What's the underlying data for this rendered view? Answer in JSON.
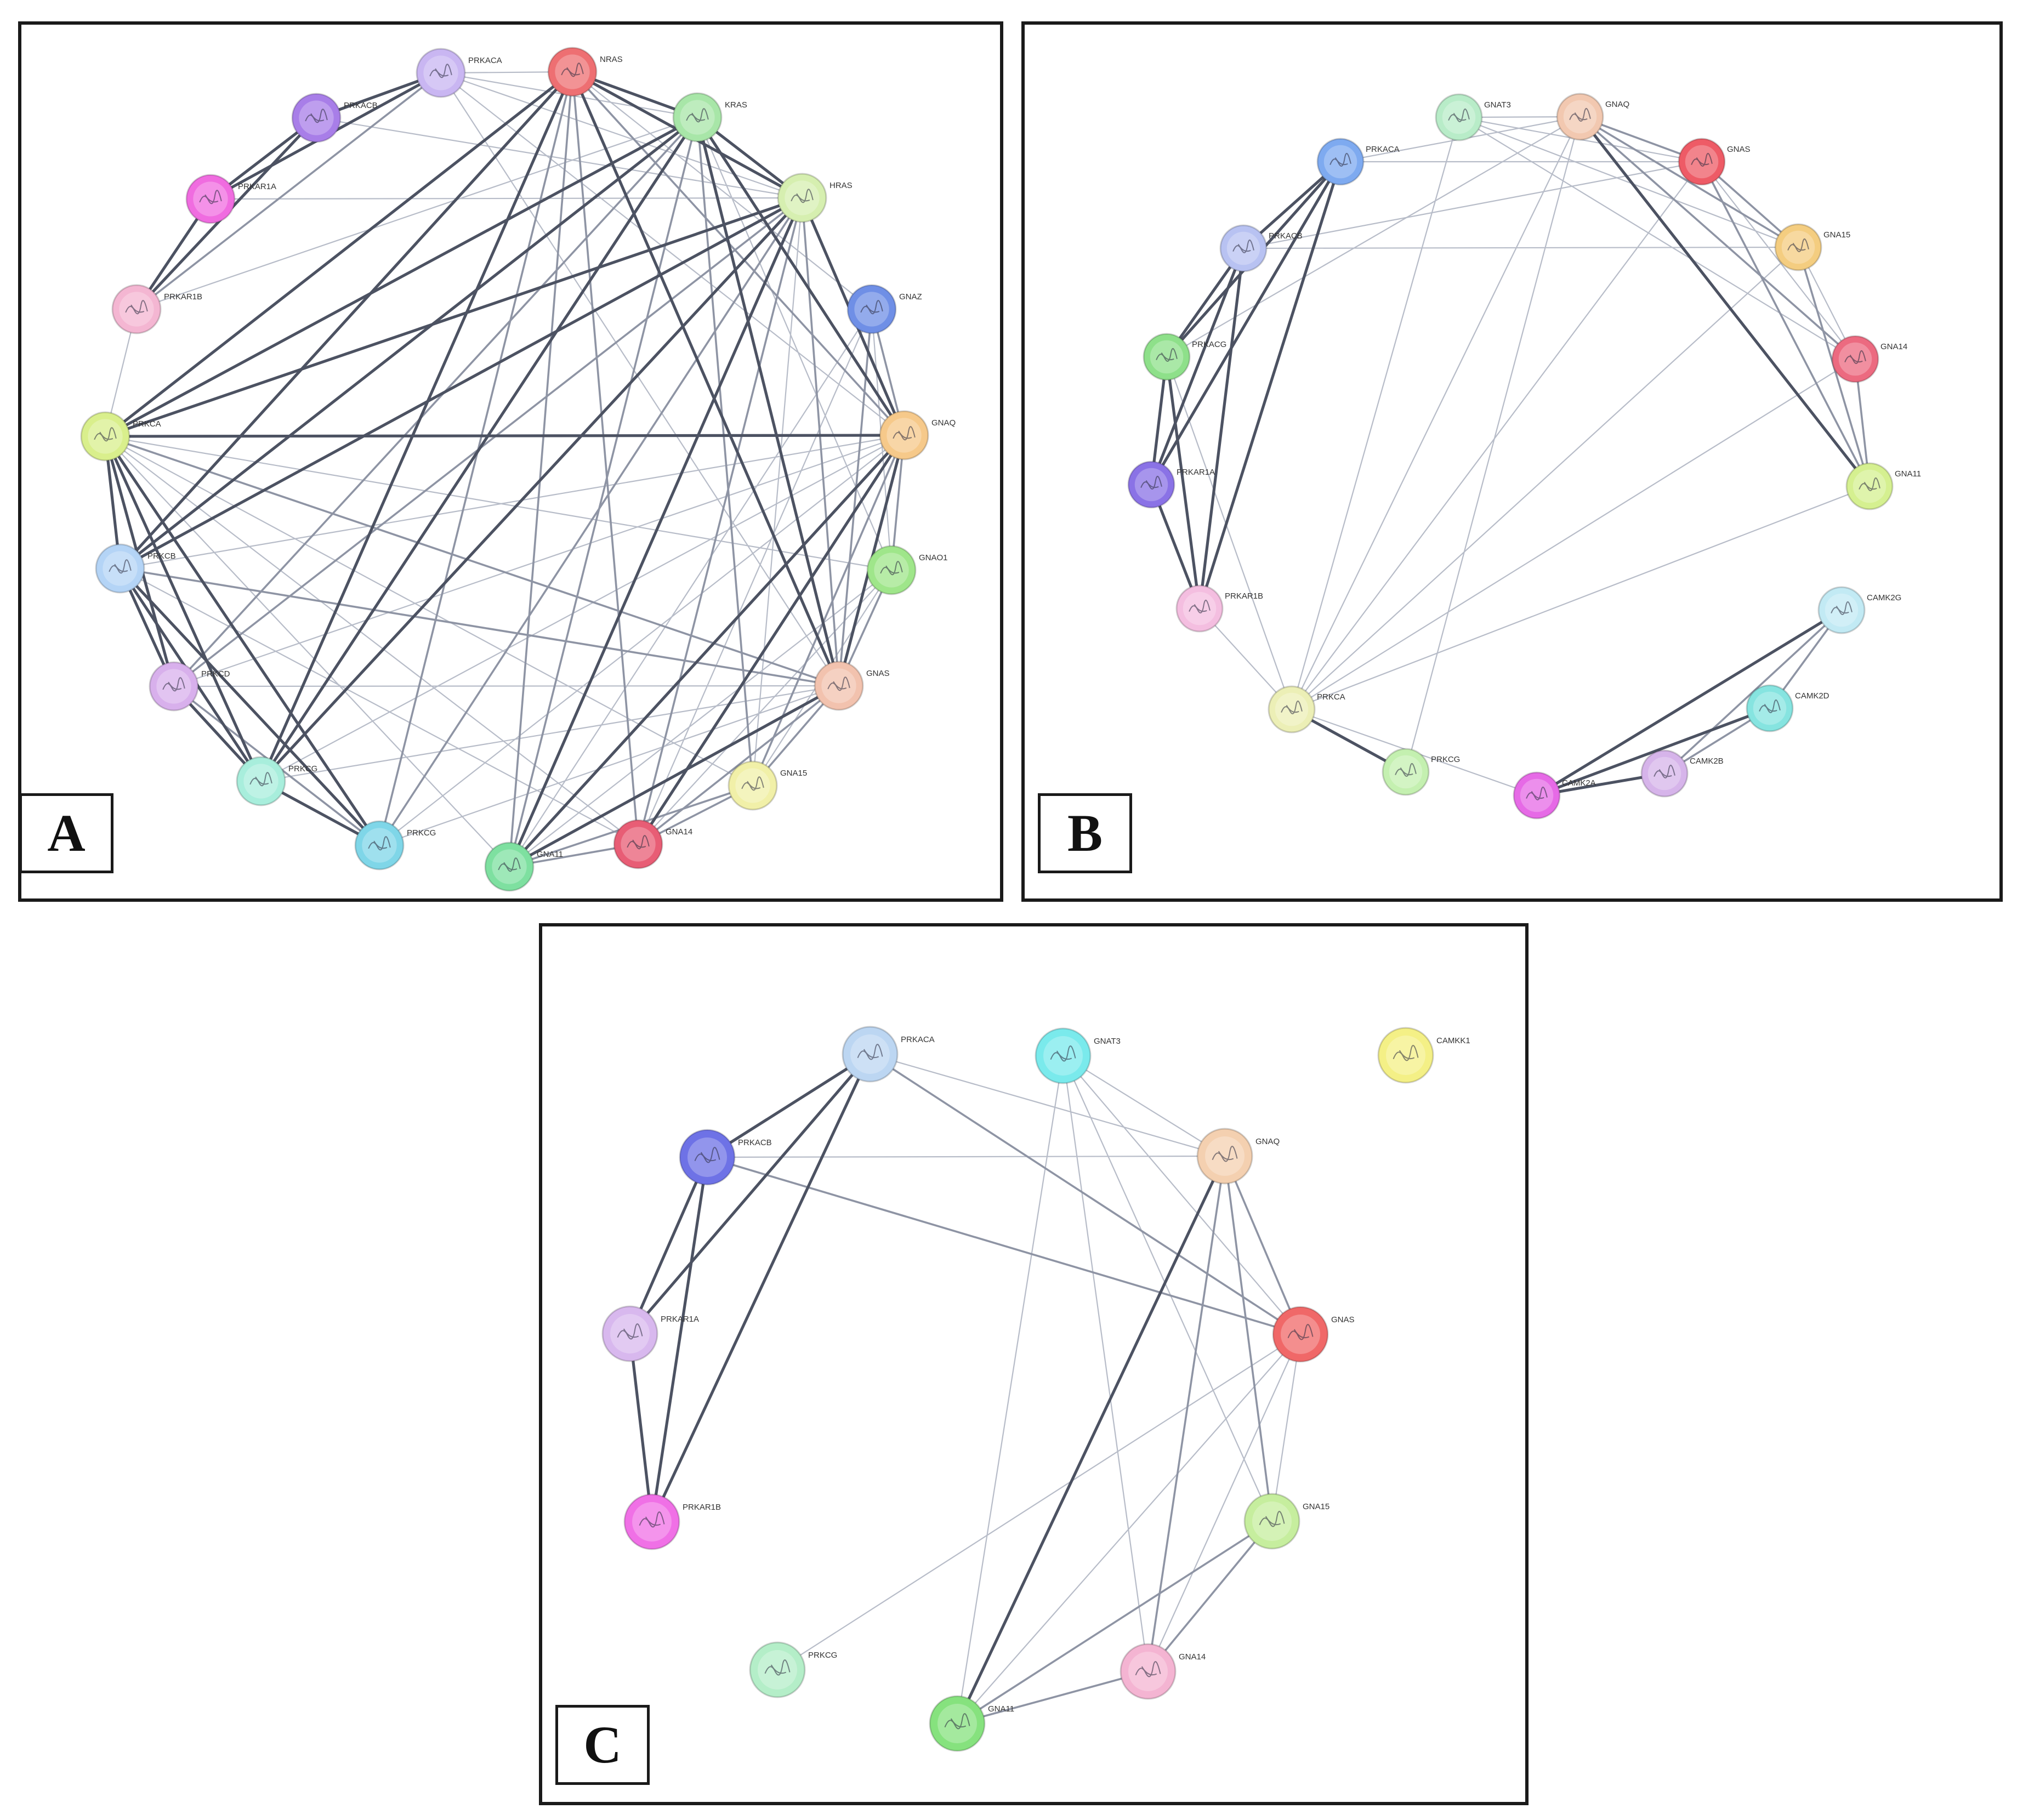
{
  "panels": [
    {
      "letter": "A",
      "nodes": [
        {
          "id": "PRKACA",
          "label": "PRKACA",
          "color": "#c9b6f2"
        },
        {
          "id": "NRAS",
          "label": "NRAS",
          "color": "#ee6f72"
        },
        {
          "id": "KRAS",
          "label": "KRAS",
          "color": "#a8e6a8"
        },
        {
          "id": "HRAS",
          "label": "HRAS",
          "color": "#d6efb0"
        },
        {
          "id": "GNAZ",
          "label": "GNAZ",
          "color": "#6f8fe6"
        },
        {
          "id": "GNAQ",
          "label": "GNAQ",
          "color": "#f6c98a"
        },
        {
          "id": "GNAO1",
          "label": "GNAO1",
          "color": "#9fe68a"
        },
        {
          "id": "GNAS",
          "label": "GNAS",
          "color": "#f2c2ae"
        },
        {
          "id": "GNA15",
          "label": "GNA15",
          "color": "#f1f0a8"
        },
        {
          "id": "GNA14",
          "label": "GNA14",
          "color": "#e85d75"
        },
        {
          "id": "GNA11",
          "label": "GNA11",
          "color": "#7ee0a0"
        },
        {
          "id": "PRKCG",
          "label": "PRKCG",
          "color": "#7fd6e8"
        },
        {
          "id": "PRKCG2",
          "label": "PRKCG",
          "color": "#a8eedc"
        },
        {
          "id": "PRKCD",
          "label": "PRKCD",
          "color": "#d8b0ec"
        },
        {
          "id": "PRKCB",
          "label": "PRKCB",
          "color": "#b4d4f6"
        },
        {
          "id": "PRKCA",
          "label": "PRKCA",
          "color": "#d9ef8c"
        },
        {
          "id": "PRKAR1B",
          "label": "PRKAR1B",
          "color": "#f4b6d2"
        },
        {
          "id": "PRKAR1A",
          "label": "PRKAR1A",
          "color": "#f06ce0"
        },
        {
          "id": "PRKACB",
          "label": "PRKACB",
          "color": "#a87ee8"
        }
      ],
      "edges": [
        [
          "PRKACA",
          "PRKACB",
          3
        ],
        [
          "PRKACA",
          "PRKAR1A",
          3
        ],
        [
          "PRKACB",
          "PRKAR1A",
          3
        ],
        [
          "PRKACB",
          "PRKAR1B",
          3
        ],
        [
          "PRKAR1A",
          "PRKAR1B",
          3
        ],
        [
          "PRKACA",
          "PRKAR1B",
          2
        ],
        [
          "PRKACA",
          "NRAS",
          1
        ],
        [
          "PRKACA",
          "KRAS",
          1
        ],
        [
          "PRKACA",
          "HRAS",
          1
        ],
        [
          "PRKACA",
          "GNAS",
          1
        ],
        [
          "PRKACA",
          "GNAQ",
          1
        ],
        [
          "PRKACB",
          "HRAS",
          1
        ],
        [
          "PRKAR1A",
          "HRAS",
          1
        ],
        [
          "PRKAR1B",
          "KRAS",
          1
        ],
        [
          "NRAS",
          "KRAS",
          3
        ],
        [
          "NRAS",
          "HRAS",
          3
        ],
        [
          "KRAS",
          "HRAS",
          3
        ],
        [
          "NRAS",
          "PRKCA",
          3
        ],
        [
          "NRAS",
          "PRKCB",
          3
        ],
        [
          "NRAS",
          "PRKCG",
          2
        ],
        [
          "NRAS",
          "PRKCG2",
          3
        ],
        [
          "NRAS",
          "GNAQ",
          2
        ],
        [
          "NRAS",
          "GNAS",
          3
        ],
        [
          "NRAS",
          "GNA11",
          2
        ],
        [
          "NRAS",
          "GNA14",
          2
        ],
        [
          "NRAS",
          "GNAZ",
          1
        ],
        [
          "KRAS",
          "PRKCA",
          3
        ],
        [
          "KRAS",
          "PRKCB",
          3
        ],
        [
          "KRAS",
          "PRKCG2",
          3
        ],
        [
          "KRAS",
          "PRKCD",
          2
        ],
        [
          "KRAS",
          "GNAQ",
          3
        ],
        [
          "KRAS",
          "GNAS",
          3
        ],
        [
          "KRAS",
          "GNA11",
          2
        ],
        [
          "KRAS",
          "GNA15",
          2
        ],
        [
          "KRAS",
          "GNAO1",
          1
        ],
        [
          "HRAS",
          "PRKCA",
          3
        ],
        [
          "HRAS",
          "PRKCB",
          3
        ],
        [
          "HRAS",
          "PRKCG2",
          3
        ],
        [
          "HRAS",
          "PRKCD",
          2
        ],
        [
          "HRAS",
          "GNAQ",
          3
        ],
        [
          "HRAS",
          "GNA11",
          3
        ],
        [
          "HRAS",
          "GNAS",
          2
        ],
        [
          "HRAS",
          "GNA14",
          2
        ],
        [
          "HRAS",
          "GNA15",
          1
        ],
        [
          "HRAS",
          "PRKCG",
          2
        ],
        [
          "PRKCA",
          "GNAQ",
          3
        ],
        [
          "PRKCA",
          "PRKCB",
          3
        ],
        [
          "PRKCA",
          "PRKCD",
          3
        ],
        [
          "PRKCA",
          "PRKCG2",
          3
        ],
        [
          "PRKCA",
          "PRKCG",
          3
        ],
        [
          "PRKCA",
          "GNAS",
          2
        ],
        [
          "PRKCA",
          "GNA11",
          1
        ],
        [
          "PRKCA",
          "GNA14",
          1
        ],
        [
          "PRKCA",
          "GNA15",
          1
        ],
        [
          "PRKCA",
          "GNAO1",
          1
        ],
        [
          "PRKCA",
          "PRKAR1B",
          1
        ],
        [
          "PRKCB",
          "PRKCD",
          3
        ],
        [
          "PRKCB",
          "PRKCG2",
          3
        ],
        [
          "PRKCB",
          "PRKCG",
          3
        ],
        [
          "PRKCB",
          "GNAS",
          2
        ],
        [
          "PRKCB",
          "GNAQ",
          1
        ],
        [
          "PRKCB",
          "GNA14",
          1
        ],
        [
          "PRKCD",
          "PRKCG2",
          3
        ],
        [
          "PRKCD",
          "PRKCG",
          2
        ],
        [
          "PRKCD",
          "GNAQ",
          1
        ],
        [
          "PRKCD",
          "GNAS",
          1
        ],
        [
          "PRKCG2",
          "PRKCG",
          3
        ],
        [
          "PRKCG2",
          "GNAS",
          1
        ],
        [
          "PRKCG2",
          "GNAQ",
          1
        ],
        [
          "PRKCG",
          "GNAQ",
          1
        ],
        [
          "PRKCG",
          "GNAS",
          1
        ],
        [
          "GNAQ",
          "GNAZ",
          2
        ],
        [
          "GNAQ",
          "GNAO1",
          2
        ],
        [
          "GNAQ",
          "GNAS",
          3
        ],
        [
          "GNAQ",
          "GNA15",
          2
        ],
        [
          "GNAQ",
          "GNA14",
          3
        ],
        [
          "GNAQ",
          "GNA11",
          3
        ],
        [
          "GNAZ",
          "GNAS",
          2
        ],
        [
          "GNAZ",
          "GNA11",
          1
        ],
        [
          "GNAZ",
          "GNA14",
          1
        ],
        [
          "GNAZ",
          "GNAO1",
          1
        ],
        [
          "GNAO1",
          "GNAS",
          2
        ],
        [
          "GNAO1",
          "GNA11",
          1
        ],
        [
          "GNAO1",
          "GNA14",
          1
        ],
        [
          "GNAO1",
          "GNA15",
          1
        ],
        [
          "GNAS",
          "GNA15",
          2
        ],
        [
          "GNAS",
          "GNA14",
          2
        ],
        [
          "GNAS",
          "GNA11",
          3
        ],
        [
          "GNA15",
          "GNA14",
          2
        ],
        [
          "GNA15",
          "GNA11",
          2
        ],
        [
          "GNA14",
          "GNA11",
          2
        ]
      ]
    },
    {
      "letter": "B",
      "nodes": [
        {
          "id": "GNAT3",
          "label": "GNAT3",
          "color": "#b8ecc8"
        },
        {
          "id": "GNAQ",
          "label": "GNAQ",
          "color": "#f2c8b0"
        },
        {
          "id": "GNAS",
          "label": "GNAS",
          "color": "#ee5b66"
        },
        {
          "id": "GNA15",
          "label": "GNA15",
          "color": "#f4cd80"
        },
        {
          "id": "GNA14",
          "label": "GNA14",
          "color": "#ec6a80"
        },
        {
          "id": "GNA11",
          "label": "GNA11",
          "color": "#d5f090"
        },
        {
          "id": "CAMK2G",
          "label": "CAMK2G",
          "color": "#c2eaf4"
        },
        {
          "id": "CAMK2D",
          "label": "CAMK2D",
          "color": "#86e4e0"
        },
        {
          "id": "CAMK2B",
          "label": "CAMK2B",
          "color": "#d6b4ea"
        },
        {
          "id": "CAMK2A",
          "label": "CAMK2A",
          "color": "#e66ae6"
        },
        {
          "id": "PRKCG",
          "label": "PRKCG",
          "color": "#c4f0b0"
        },
        {
          "id": "PRKCA",
          "label": "PRKCA",
          "color": "#ecefb6"
        },
        {
          "id": "PRKAR1B",
          "label": "PRKAR1B",
          "color": "#f4bee0"
        },
        {
          "id": "PRKAR1A",
          "label": "PRKAR1A",
          "color": "#8a72e6"
        },
        {
          "id": "PRKACG",
          "label": "PRKACG",
          "color": "#8ee08a"
        },
        {
          "id": "PRKACB",
          "label": "PRKACB",
          "color": "#b8c2f2"
        },
        {
          "id": "PRKACA",
          "label": "PRKACA",
          "color": "#7eaaf0"
        }
      ],
      "edges": [
        [
          "PRKACA",
          "PRKACB",
          3
        ],
        [
          "PRKACA",
          "PRKACG",
          3
        ],
        [
          "PRKACA",
          "PRKAR1A",
          3
        ],
        [
          "PRKACA",
          "PRKAR1B",
          3
        ],
        [
          "PRKACB",
          "PRKACG",
          3
        ],
        [
          "PRKACB",
          "PRKAR1A",
          3
        ],
        [
          "PRKACB",
          "PRKAR1B",
          3
        ],
        [
          "PRKACG",
          "PRKAR1A",
          3
        ],
        [
          "PRKACG",
          "PRKAR1B",
          3
        ],
        [
          "PRKAR1A",
          "PRKAR1B",
          3
        ],
        [
          "PRKACA",
          "GNAS",
          1
        ],
        [
          "PRKACA",
          "GNAQ",
          1
        ],
        [
          "PRKACB",
          "GNAS",
          1
        ],
        [
          "PRKACB",
          "GNA15",
          1
        ],
        [
          "PRKACG",
          "GNAQ",
          1
        ],
        [
          "PRKACG",
          "PRKCA",
          1
        ],
        [
          "PRKAR1B",
          "PRKCA",
          1
        ],
        [
          "GNAT3",
          "GNAQ",
          1
        ],
        [
          "GNAT3",
          "GNAS",
          1
        ],
        [
          "GNAT3",
          "GNA15",
          1
        ],
        [
          "GNAT3",
          "GNA14",
          1
        ],
        [
          "GNAQ",
          "GNAS",
          2
        ],
        [
          "GNAQ",
          "GNA15",
          2
        ],
        [
          "GNAQ",
          "GNA14",
          2
        ],
        [
          "GNAQ",
          "GNA11",
          3
        ],
        [
          "GNAS",
          "GNA15",
          2
        ],
        [
          "GNAS",
          "GNA14",
          1
        ],
        [
          "GNAS",
          "GNA11",
          2
        ],
        [
          "GNA15",
          "GNA14",
          1
        ],
        [
          "GNA15",
          "GNA11",
          2
        ],
        [
          "GNA14",
          "GNA11",
          2
        ],
        [
          "PRKCA",
          "GNAT3",
          1
        ],
        [
          "PRKCA",
          "GNAQ",
          1
        ],
        [
          "PRKCA",
          "GNAS",
          1
        ],
        [
          "PRKCA",
          "GNA15",
          1
        ],
        [
          "PRKCA",
          "GNA14",
          1
        ],
        [
          "PRKCA",
          "GNA11",
          1
        ],
        [
          "PRKCA",
          "PRKCG",
          3
        ],
        [
          "PRKCA",
          "CAMK2A",
          1
        ],
        [
          "PRKCG",
          "GNAQ",
          1
        ],
        [
          "CAMK2A",
          "CAMK2B",
          3
        ],
        [
          "CAMK2A",
          "CAMK2D",
          3
        ],
        [
          "CAMK2A",
          "CAMK2G",
          3
        ],
        [
          "CAMK2B",
          "CAMK2D",
          2
        ],
        [
          "CAMK2B",
          "CAMK2G",
          2
        ],
        [
          "CAMK2D",
          "CAMK2G",
          2
        ]
      ]
    },
    {
      "letter": "C",
      "nodes": [
        {
          "id": "PRKACA",
          "label": "PRKACA",
          "color": "#bcd6f2"
        },
        {
          "id": "GNAT3",
          "label": "GNAT3",
          "color": "#7aeaec"
        },
        {
          "id": "CAMKK1",
          "label": "CAMKK1",
          "color": "#f4f086"
        },
        {
          "id": "PRKACB",
          "label": "PRKACB",
          "color": "#6e72e6"
        },
        {
          "id": "GNAQ",
          "label": "GNAQ",
          "color": "#f4d0b0"
        },
        {
          "id": "PRKAR1A",
          "label": "PRKAR1A",
          "color": "#d8b8ee"
        },
        {
          "id": "GNAS",
          "label": "GNAS",
          "color": "#f06868"
        },
        {
          "id": "PRKAR1B",
          "label": "PRKAR1B",
          "color": "#f070e6"
        },
        {
          "id": "GNA15",
          "label": "GNA15",
          "color": "#c6ee9e"
        },
        {
          "id": "PRKCG",
          "label": "PRKCG",
          "color": "#b4eec8"
        },
        {
          "id": "GNA14",
          "label": "GNA14",
          "color": "#f4b4d2"
        },
        {
          "id": "GNA11",
          "label": "GNA11",
          "color": "#86e27e"
        }
      ],
      "edges": [
        [
          "PRKACA",
          "PRKACB",
          3
        ],
        [
          "PRKACA",
          "PRKAR1A",
          3
        ],
        [
          "PRKACA",
          "PRKAR1B",
          3
        ],
        [
          "PRKACB",
          "PRKAR1A",
          3
        ],
        [
          "PRKACB",
          "PRKAR1B",
          3
        ],
        [
          "PRKAR1A",
          "PRKAR1B",
          3
        ],
        [
          "PRKACA",
          "GNAQ",
          1
        ],
        [
          "PRKACA",
          "GNAS",
          2
        ],
        [
          "PRKACB",
          "GNAQ",
          1
        ],
        [
          "PRKACB",
          "GNAS",
          2
        ],
        [
          "GNAT3",
          "GNAQ",
          1
        ],
        [
          "GNAT3",
          "GNAS",
          1
        ],
        [
          "GNAT3",
          "GNA15",
          1
        ],
        [
          "GNAT3",
          "GNA14",
          1
        ],
        [
          "GNAT3",
          "GNA11",
          1
        ],
        [
          "GNAQ",
          "GNAS",
          2
        ],
        [
          "GNAQ",
          "GNA15",
          2
        ],
        [
          "GNAQ",
          "GNA14",
          2
        ],
        [
          "GNAQ",
          "GNA11",
          3
        ],
        [
          "GNAS",
          "GNA15",
          1
        ],
        [
          "GNAS",
          "GNA14",
          1
        ],
        [
          "GNAS",
          "GNA11",
          1
        ],
        [
          "GNAS",
          "PRKCG",
          1
        ],
        [
          "GNA15",
          "GNA14",
          2
        ],
        [
          "GNA15",
          "GNA11",
          2
        ],
        [
          "GNA14",
          "GNA11",
          2
        ]
      ]
    }
  ]
}
